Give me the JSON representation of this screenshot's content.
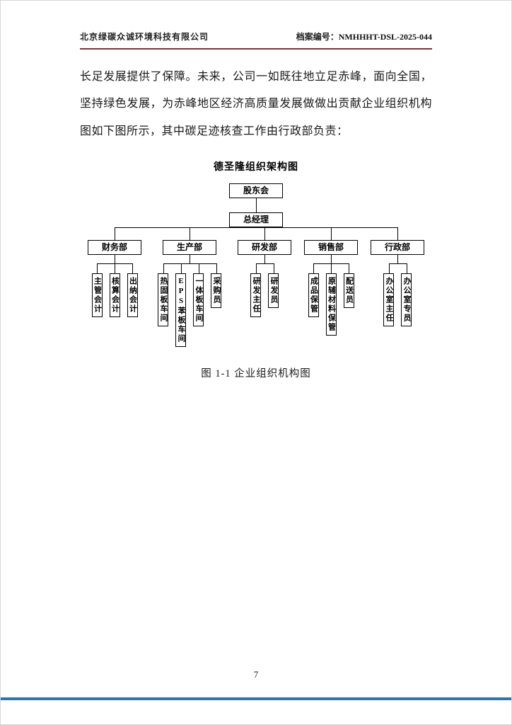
{
  "header": {
    "company": "北京绿碳众诚环境科技有限公司",
    "archive_label": "档案编号：",
    "archive_number": "NMHHHT-DSL-2025-044"
  },
  "body": {
    "paragraph": "长足发展提供了保障。未来，公司一如既往地立足赤峰，面向全国，坚持绿色发展，为赤峰地区经济高质量发展做做出贡献企业组织机构图如下图所示，其中碳足迹核查工作由行政部负责："
  },
  "chart_data": {
    "type": "org-tree",
    "title": "德圣隆组织架构图",
    "root": "股东会",
    "level2": "总经理",
    "departments": [
      {
        "label": "财务部",
        "children": [
          "主管会计",
          "核算会计",
          "出纳会计"
        ]
      },
      {
        "label": "生产部",
        "children": [
          "热固板车间",
          "EPS苯板车间",
          "一体板车间",
          "采购员"
        ]
      },
      {
        "label": "研发部",
        "children": [
          "研发主任",
          "研发员"
        ]
      },
      {
        "label": "销售部",
        "children": [
          "成品保管",
          "原辅材料保管",
          "配送员"
        ]
      },
      {
        "label": "行政部",
        "children": [
          "办公室主任",
          "办公室专员"
        ]
      }
    ],
    "caption": "图 1-1 企业组织机构图"
  },
  "footer": {
    "page_number": "7"
  },
  "colors": {
    "header_rule": "#8b2e2e",
    "footer_rule": "#2e74b5"
  }
}
